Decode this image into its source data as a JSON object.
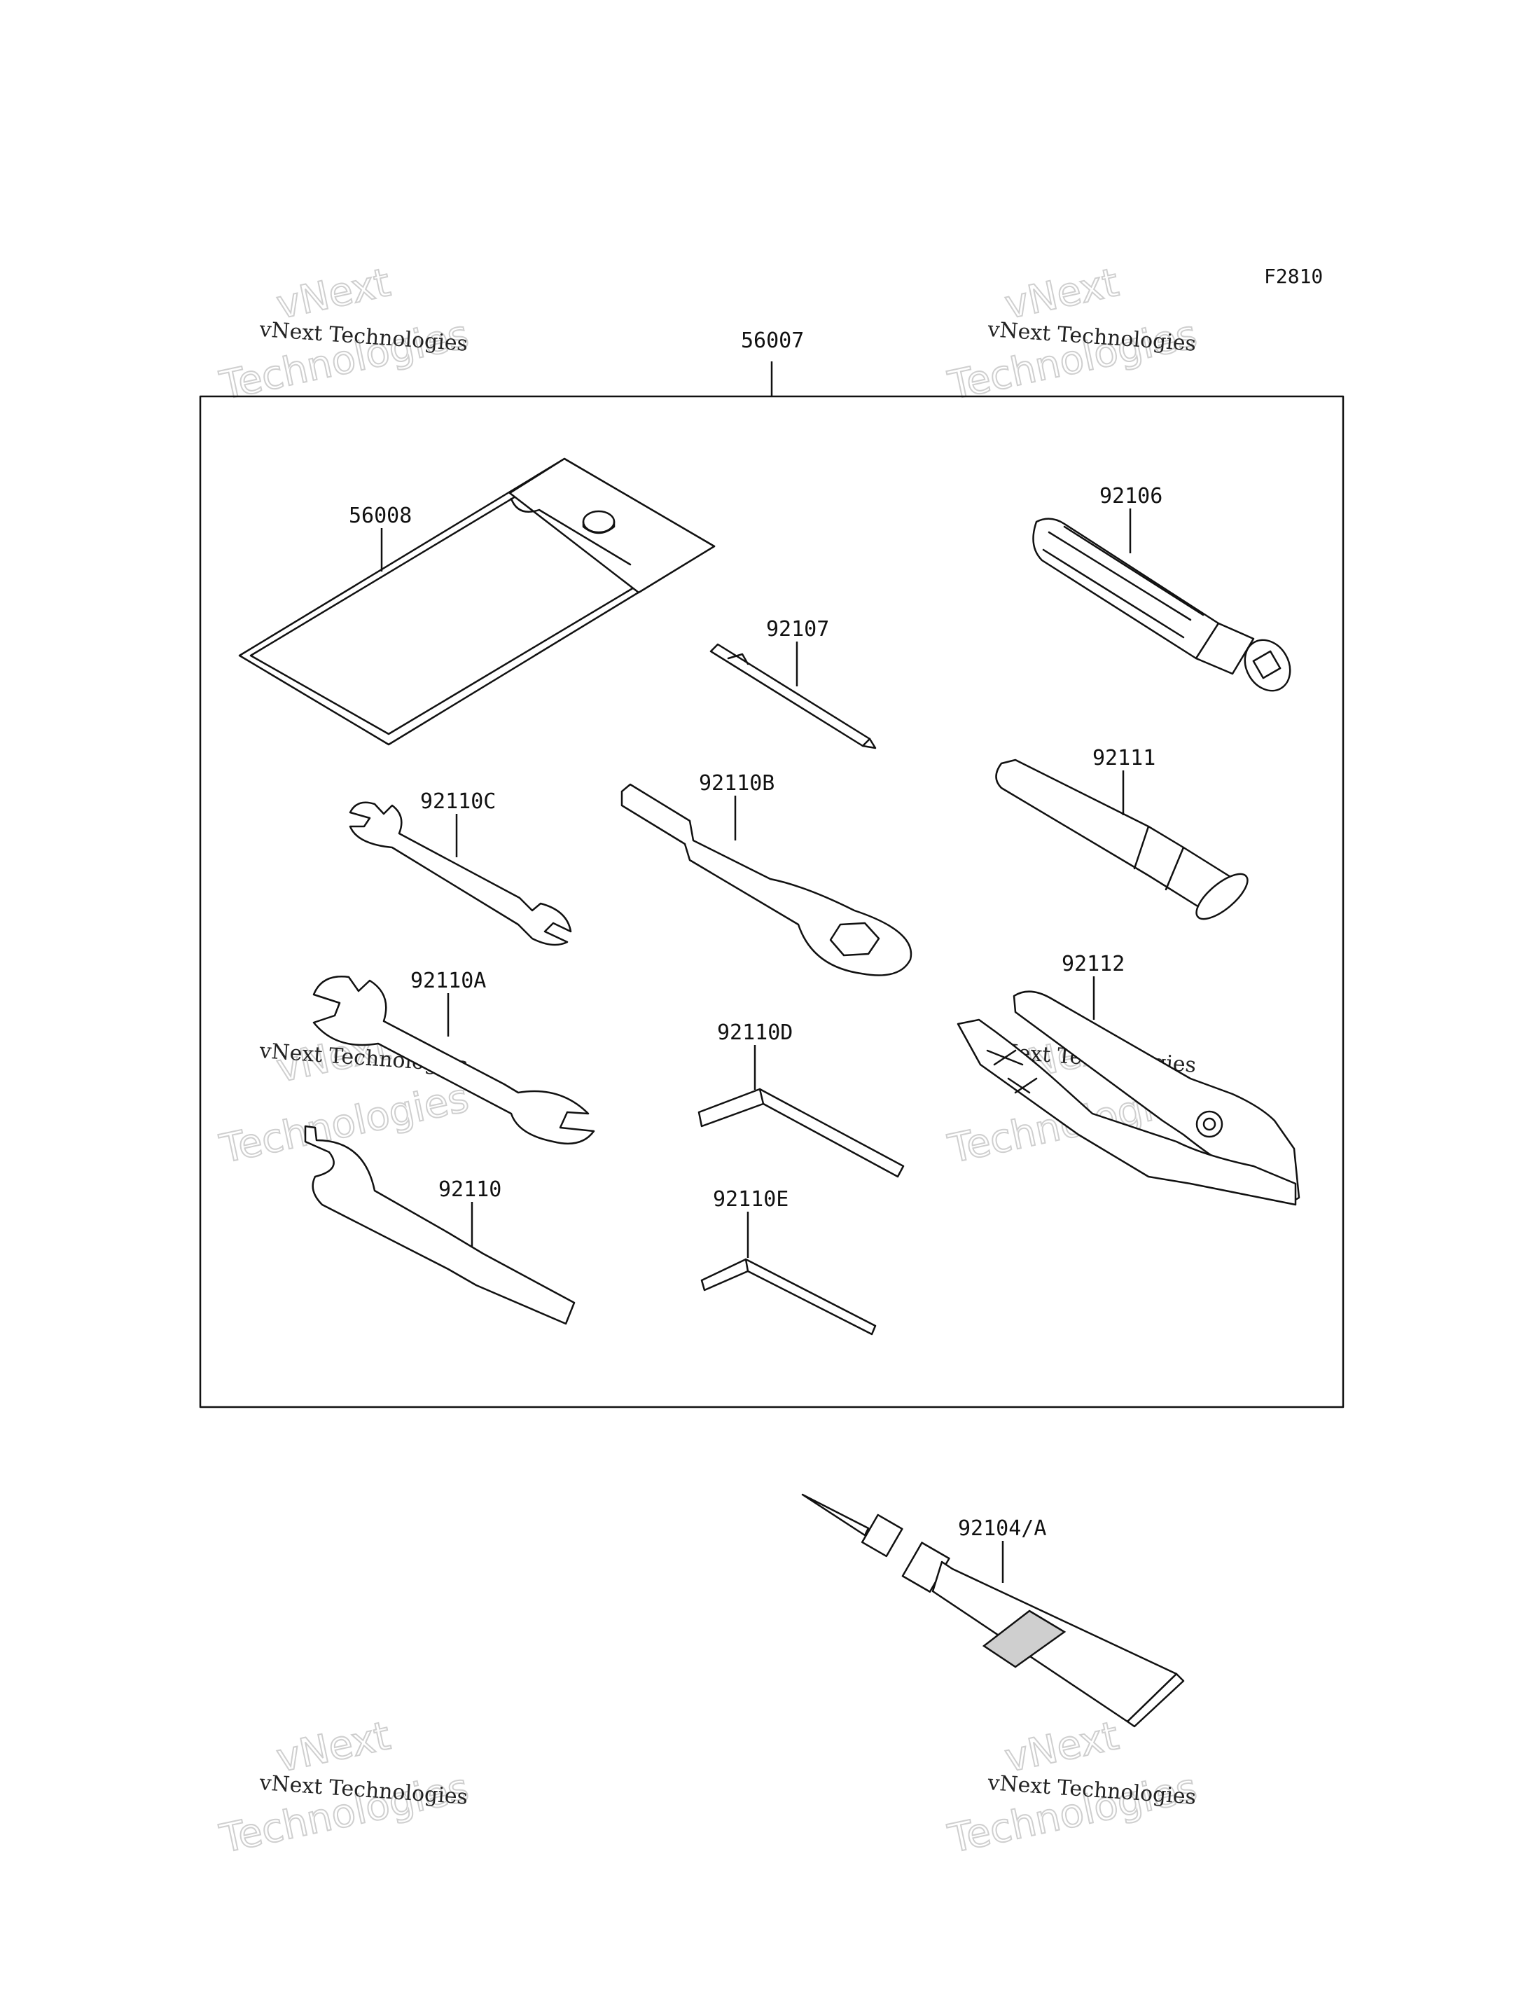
{
  "figure_code": "F2810",
  "parts": {
    "tool_kit": "56007",
    "tool_bag": "56008",
    "driver_handle": "92106",
    "driver_bit": "92107",
    "wrench_c": "92110C",
    "wrench_b": "92110B",
    "extension_bar": "92111",
    "wrench_a": "92110A",
    "hex_key_d": "92110D",
    "pliers": "92112",
    "hook_wrench": "92110",
    "hex_key_e": "92110E",
    "grease_tube": "92104/A"
  },
  "watermark": {
    "line1": "vNext Technologies",
    "big_top": "vNext",
    "big_bottom": "Technologies"
  }
}
